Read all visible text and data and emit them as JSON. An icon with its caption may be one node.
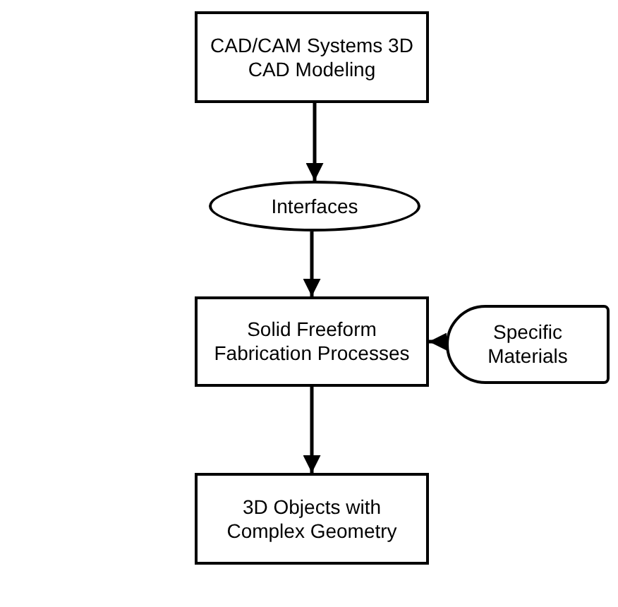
{
  "diagram": {
    "nodes": [
      {
        "text": [
          "CAD/CAM Systems 3D CAD Modeling"
        ]
      },
      {
        "text": [
          "Interfaces"
        ]
      },
      {
        "text": [
          "Solid Freeform Fabrication Processes"
        ]
      },
      {
        "text": [
          "Specific Materials"
        ]
      },
      {
        "text": [
          "3D Objects with Complex Geometry"
        ]
      }
    ],
    "edges": [
      {
        "from": 0,
        "to": 1,
        "arrow": "to"
      },
      {
        "from": 1,
        "to": 2,
        "arrow": "to"
      },
      {
        "from": 3,
        "to": 2,
        "arrow": "to"
      },
      {
        "from": 2,
        "to": 4,
        "arrow": "to"
      }
    ]
  }
}
